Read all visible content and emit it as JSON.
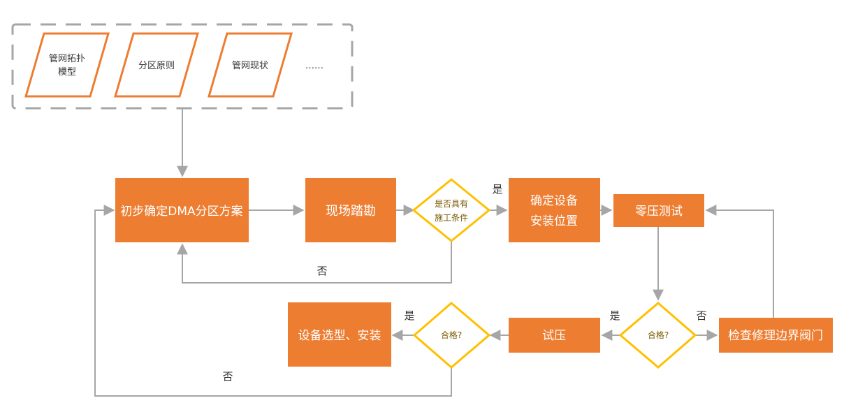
{
  "inputs": {
    "topology_line1": "管网拓扑",
    "topology_line2": "模型",
    "principle": "分区原则",
    "status": "管网现状",
    "more": "……"
  },
  "steps": {
    "preliminary": "初步确定DMA分区方案",
    "survey": "现场踏勘",
    "confirm_line1": "确定设备",
    "confirm_line2": "安装位置",
    "zero_pressure": "零压测试",
    "inspect": "检查修理边界阀门",
    "pressure_test": "试压",
    "install": "设备选型、安装"
  },
  "decisions": {
    "construction_line1": "是否具有",
    "construction_line2": "施工条件",
    "qualified_1": "合格?",
    "qualified_2": "合格?"
  },
  "labels": {
    "yes_construction": "是",
    "no_construction": "否",
    "yes_qualified_1": "是",
    "no_qualified_1": "否",
    "yes_qualified_2": "是",
    "no_qualified_2": "否"
  },
  "colors": {
    "orange": "#ED7D31",
    "yellow": "#FFC000",
    "arrow": "#A6A6A6",
    "dash": "#A6A6A6"
  }
}
